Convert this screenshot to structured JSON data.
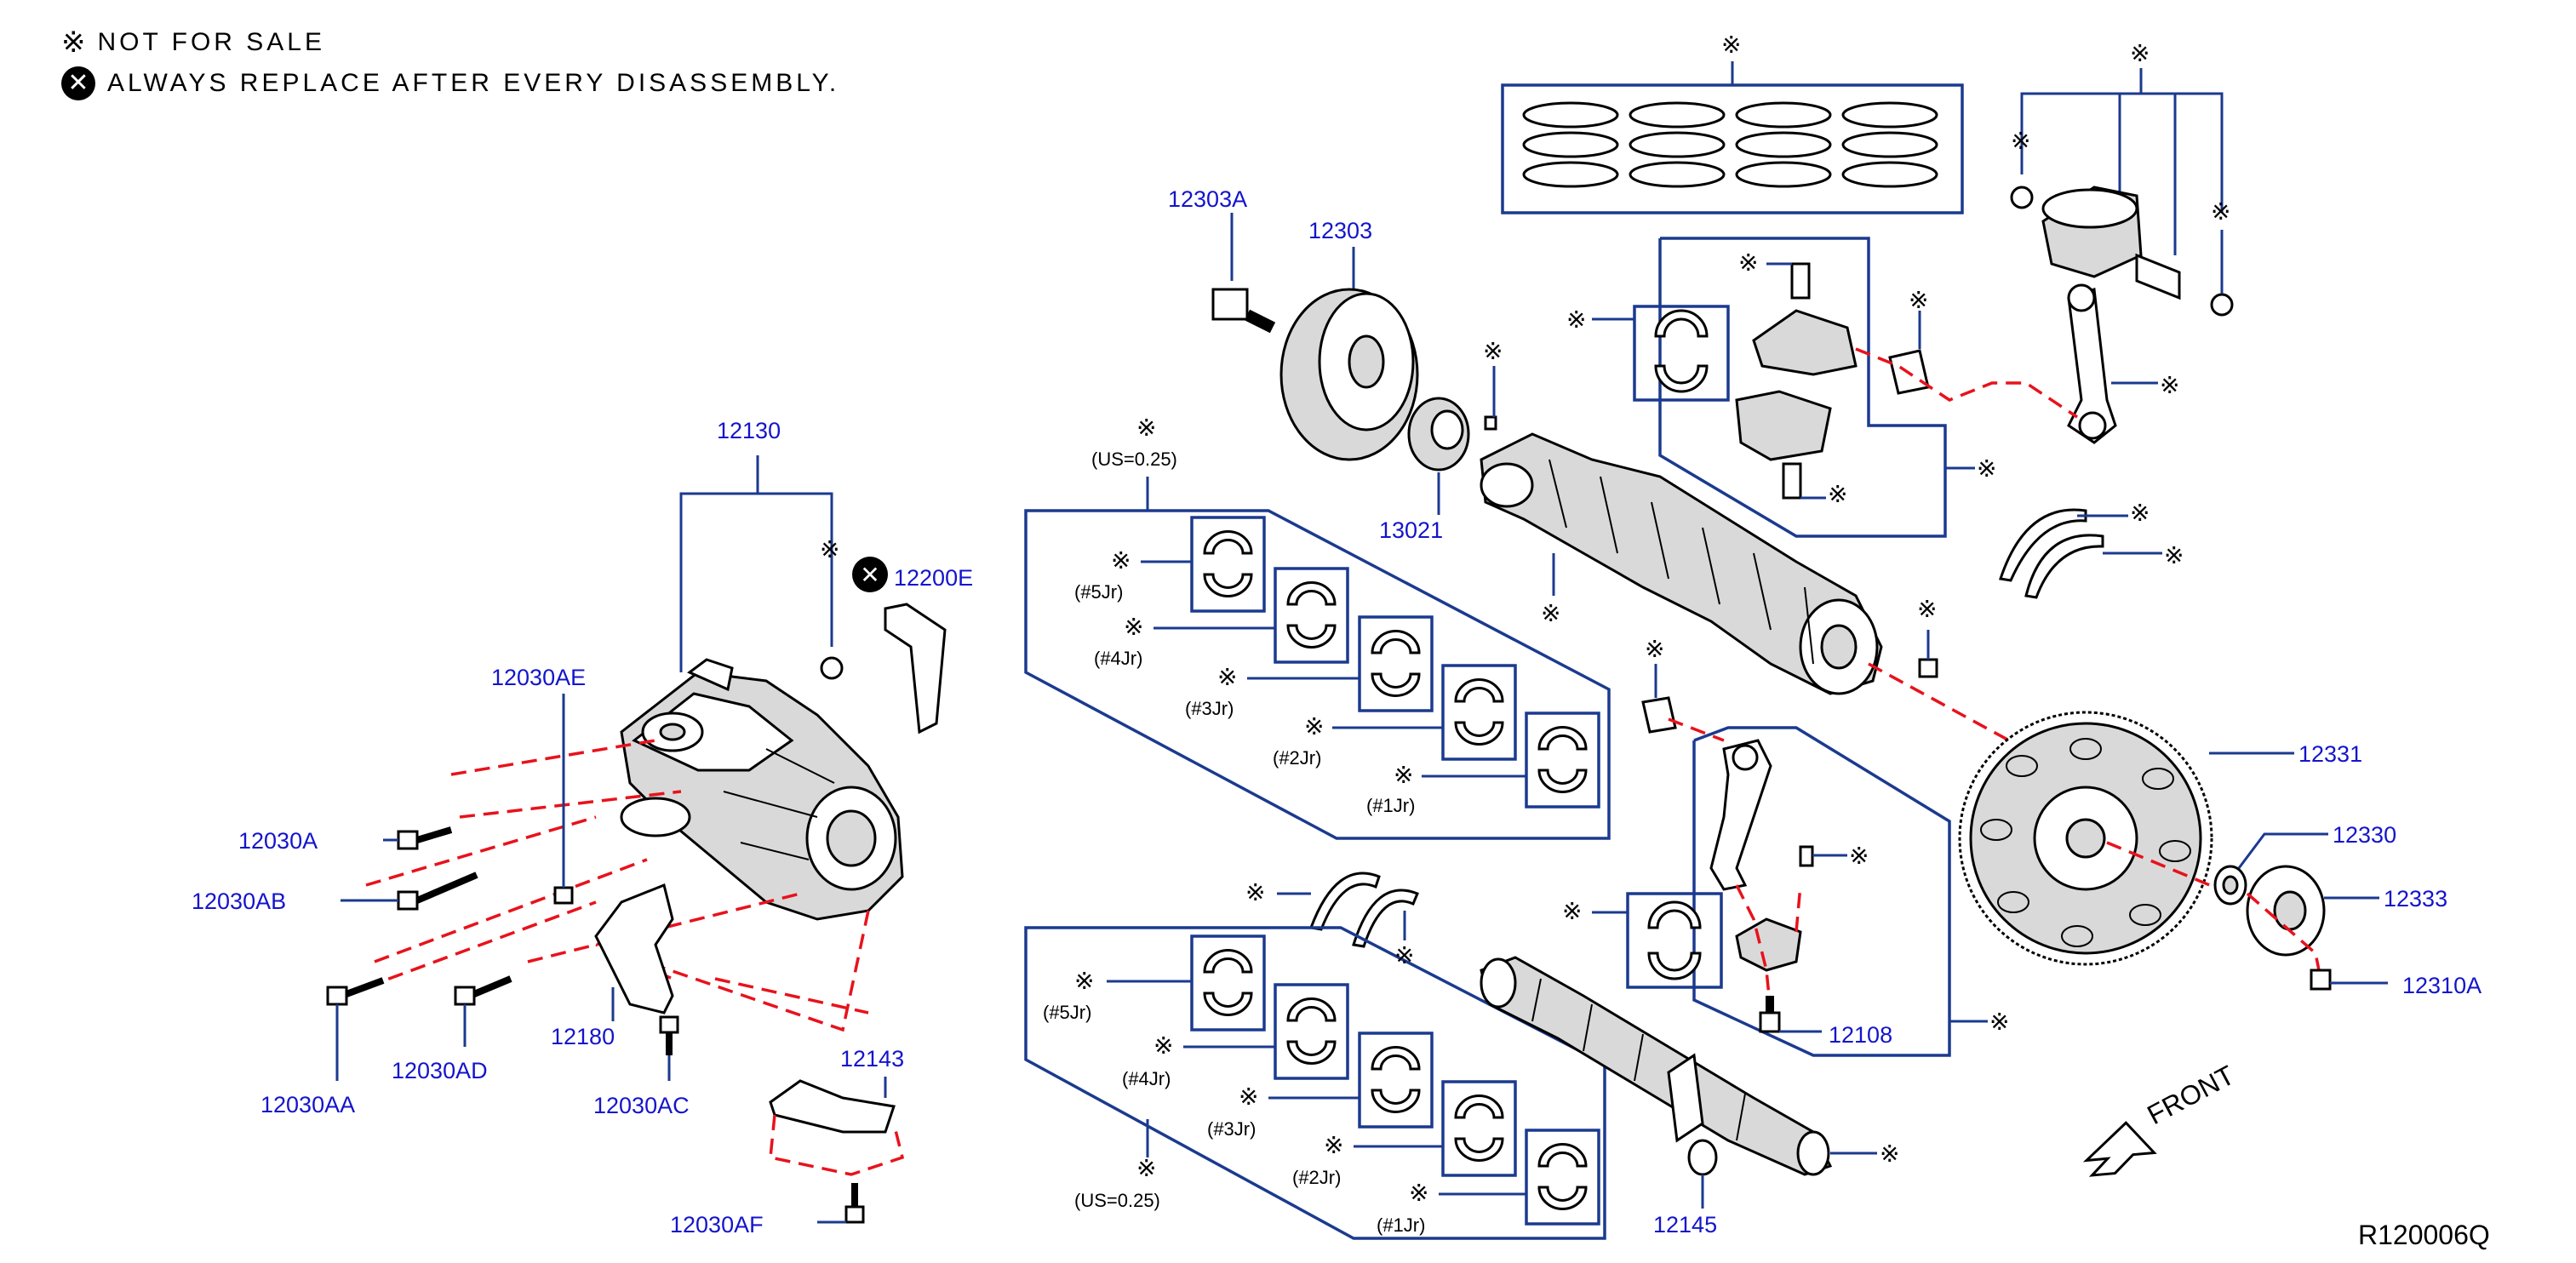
{
  "legend": {
    "not_for_sale": "NOT FOR SALE",
    "always_replace": "ALWAYS REPLACE AFTER EVERY DISASSEMBLY."
  },
  "symbols": {
    "not_for_sale": "※",
    "replace": "✕"
  },
  "parts": {
    "p12130": "12130",
    "p12200E": "12200E",
    "p12030AE": "12030AE",
    "p12030A": "12030A",
    "p12030AB": "12030AB",
    "p12030AA": "12030AA",
    "p12030AD": "12030AD",
    "p12180": "12180",
    "p12030AC": "12030AC",
    "p12143": "12143",
    "p12030AF": "12030AF",
    "p12303A": "12303A",
    "p12303": "12303",
    "p13021": "13021",
    "p12331": "12331",
    "p12330": "12330",
    "p12333": "12333",
    "p12310A": "12310A",
    "p12108": "12108",
    "p12145": "12145"
  },
  "bearing_notes": {
    "us_upper": "(US=0.25)",
    "us_lower": "(US=0.25)",
    "upper": [
      "(#5Jr)",
      "(#4Jr)",
      "(#3Jr)",
      "(#2Jr)",
      "(#1Jr)"
    ],
    "lower": [
      "(#5Jr)",
      "(#4Jr)",
      "(#3Jr)",
      "(#2Jr)",
      "(#1Jr)"
    ]
  },
  "direction_label": "FRONT",
  "diagram_ref": "R120006Q",
  "colors": {
    "part_number": "#1414cc",
    "leader": "#1b3a8f",
    "dashed": "#e8121b"
  }
}
